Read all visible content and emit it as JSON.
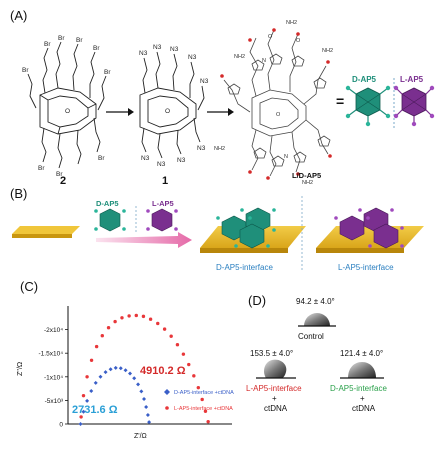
{
  "panels": {
    "a": "(A)",
    "b": "(B)",
    "c": "(C)",
    "d": "(D)"
  },
  "panel_a": {
    "compound_2": "2",
    "compound_1": "1",
    "product": "L/D-AP5",
    "equals": "=",
    "legend_d": "D-AP5",
    "legend_l": "L-AP5",
    "br": "Br",
    "n3": "N3",
    "nh2": "NH2",
    "o": "O",
    "n": "N"
  },
  "panel_b": {
    "d_ap5": "D-AP5",
    "l_ap5": "L-AP5",
    "d_interface": "D-AP5-interface",
    "l_interface": "L-AP5-interface"
  },
  "chart_data": {
    "type": "scatter",
    "xlabel": "Z'/Ω",
    "ylabel": "Z''/Ω",
    "yticks": [
      "-2x10⁴",
      "-1.5x10⁴",
      "-1x10⁴",
      "-5x10³",
      "0"
    ],
    "ylim": [
      0,
      -25000
    ],
    "xlim": [
      0,
      5500
    ],
    "series": [
      {
        "name": "D-AP5-interface +ctDNA",
        "color": "#3a5fc8",
        "annotation": "2731.6 Ω",
        "annotation_color": "#2a9fd6",
        "x": [
          420,
          520,
          640,
          780,
          930,
          1090,
          1260,
          1430,
          1600,
          1770,
          1930,
          2080,
          2220,
          2350,
          2460,
          2550,
          2620,
          2680,
          2720
        ],
        "y": [
          0,
          -2600,
          -4900,
          -7000,
          -8700,
          -10000,
          -11000,
          -11600,
          -11900,
          -11800,
          -11400,
          -10700,
          -9700,
          -8400,
          -6900,
          -5300,
          -3600,
          -1900,
          -400
        ]
      },
      {
        "name": "L-AP5-interface +ctDNA",
        "color": "#e8373a",
        "annotation": "4910.2 Ω",
        "annotation_color": "#d42a2a",
        "x": [
          440,
          520,
          640,
          790,
          960,
          1150,
          1360,
          1580,
          1810,
          2050,
          2290,
          2530,
          2770,
          3010,
          3240,
          3460,
          3670,
          3870,
          4050,
          4220,
          4370,
          4500,
          4610,
          4700
        ],
        "y": [
          -1500,
          -6000,
          -10000,
          -13500,
          -16400,
          -18700,
          -20400,
          -21700,
          -22500,
          -22900,
          -23000,
          -22800,
          -22200,
          -21300,
          -20100,
          -18600,
          -16800,
          -14800,
          -12600,
          -10200,
          -7700,
          -5200,
          -2700,
          -500
        ]
      }
    ]
  },
  "panel_d": {
    "control_angle": "94.2 ± 4.0°",
    "control_label": "Control",
    "l_angle": "153.5 ± 4.0°",
    "l_label": "L-AP5-interface",
    "d_angle": "121.4 ± 4.0°",
    "d_label": "D-AP5-interface",
    "plus": "+",
    "ctdna": "ctDNA"
  },
  "colors": {
    "d_teal": "#1f8f7a",
    "l_purple": "#7a2f8f",
    "gold": "#e6b422",
    "pink_arrow": "#e56aa8",
    "red_text": "#d42a2a",
    "green_text": "#2aa04a",
    "blue_label": "#2a9fd6"
  }
}
